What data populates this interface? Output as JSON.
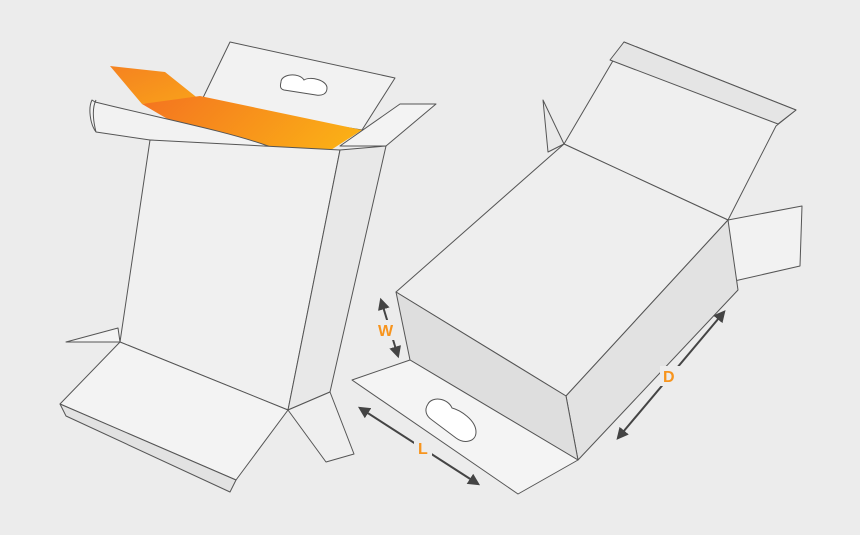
{
  "diagram": {
    "labels": {
      "width": "W",
      "length": "L",
      "depth": "D"
    },
    "colors": {
      "background": "#ececec",
      "panel_light": "#f4f4f4",
      "panel_mid": "#e6e6e6",
      "panel_dark": "#d8d8d8",
      "outline": "#555555",
      "accent_start": "#f7821e",
      "accent_end": "#fbb016",
      "arrow": "#444444",
      "label": "#f7941d"
    },
    "icons": [
      "hang-hole-icon",
      "dimension-arrow-icon"
    ]
  }
}
